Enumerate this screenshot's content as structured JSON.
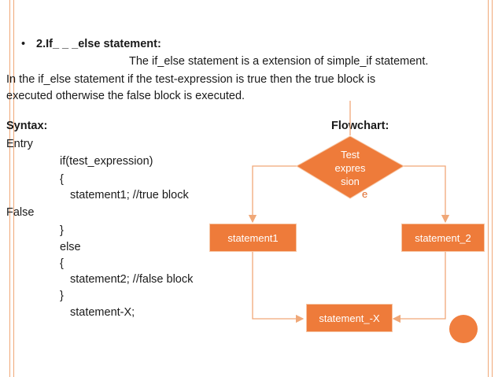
{
  "slide": {
    "bullet": "•",
    "heading": "2.If_ _ _else statement:",
    "line1": "The if_else statement is a extension of simple_if  statement.",
    "line2": "In the if_else statement if the test-expression is true then the true block is",
    "line3": "executed otherwise the false block is executed."
  },
  "syntax": {
    "label": "Syntax:",
    "entry": "Entry",
    "if_line": "if(test_expression)",
    "open1": "{",
    "stmt1": "statement1;     //true block",
    "false_word": "False",
    "close1": "}",
    "else_line": "else",
    "open2": "{",
    "stmt2": "statement2;    //false block",
    "close2": "}",
    "stmtx": "statement-X;"
  },
  "flowchart": {
    "label": "Flowchart:",
    "decision": [
      "Test",
      "expres",
      "sion"
    ],
    "box_true": "statement1",
    "box_false": "statement_2",
    "box_end": "statement_-X",
    "partial_text": "e"
  },
  "colors": {
    "accent": "#ee7b3a",
    "line": "#f0a878"
  }
}
